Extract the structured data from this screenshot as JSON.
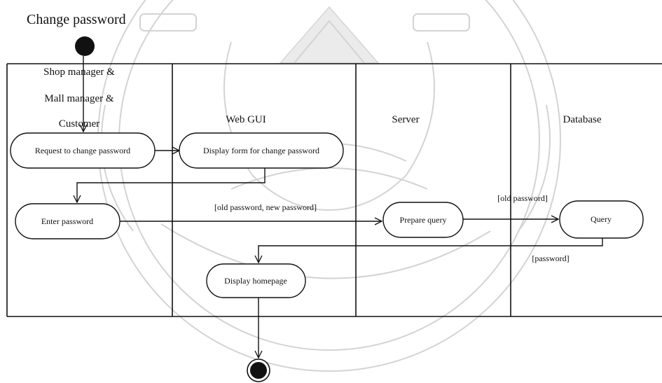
{
  "title": "Change password",
  "lanes": [
    {
      "id": "actor",
      "title_lines": [
        "Shop manager &",
        "Mall manager &",
        "Customer"
      ]
    },
    {
      "id": "webgui",
      "title_lines": [
        "Web GUI"
      ]
    },
    {
      "id": "server",
      "title_lines": [
        "Server"
      ]
    },
    {
      "id": "database",
      "title_lines": [
        "Database"
      ]
    }
  ],
  "activities": {
    "request_change": "Request to change password",
    "display_form": "Display form for change password",
    "enter_password": "Enter password",
    "prepare_query": "Prepare query",
    "query": "Query",
    "display_homepage": "Display homepage"
  },
  "guards": {
    "old_new_password": "[old password, new password]",
    "old_password": "[old password]",
    "password": "[password]"
  },
  "colors": {
    "ink": "#111111",
    "watermark": "#cfcfcf"
  }
}
